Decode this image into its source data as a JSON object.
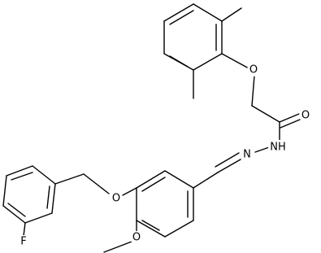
{
  "atoms": {
    "o_phenoxy": "O",
    "o_carbonyl": "O",
    "n_amide": "NH",
    "n_imine": "N",
    "o_benzyloxy": "O",
    "o_methoxy": "O",
    "f": "F"
  }
}
